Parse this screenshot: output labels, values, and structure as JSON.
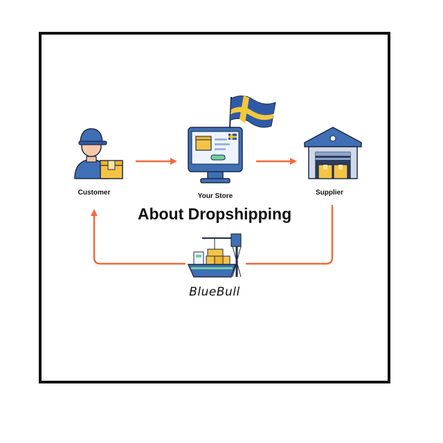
{
  "diagram": {
    "title": "About Dropshipping",
    "brand": "BlueBull",
    "nodes": {
      "customer": "Customer",
      "store": "Your Store",
      "supplier": "Supplier"
    },
    "colors": {
      "arrow": "#f26a3c",
      "blue": "#3f6fb5",
      "yellow": "#f5c446",
      "flag_blue": "#2f5aa8",
      "flag_yellow": "#f3c93a"
    },
    "icons": [
      "customer-icon",
      "store-monitor-icon",
      "sweden-flag-icon",
      "supplier-warehouse-icon",
      "cargo-ship-crane-icon"
    ]
  }
}
